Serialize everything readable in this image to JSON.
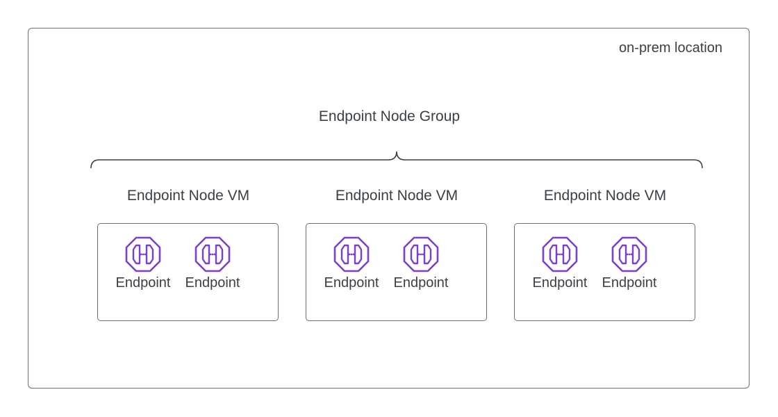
{
  "location": {
    "label": "on-prem location",
    "border_color": "#6b6f74"
  },
  "group": {
    "label": "Endpoint Node Group"
  },
  "icon_color": "#7b3fd0",
  "vms": [
    {
      "label": "Endpoint Node VM",
      "endpoints": [
        {
          "label": "Endpoint",
          "icon": "endpoint-octagon-icon"
        },
        {
          "label": "Endpoint",
          "icon": "endpoint-octagon-icon"
        }
      ]
    },
    {
      "label": "Endpoint Node VM",
      "endpoints": [
        {
          "label": "Endpoint",
          "icon": "endpoint-octagon-icon"
        },
        {
          "label": "Endpoint",
          "icon": "endpoint-octagon-icon"
        }
      ]
    },
    {
      "label": "Endpoint Node VM",
      "endpoints": [
        {
          "label": "Endpoint",
          "icon": "endpoint-octagon-icon"
        },
        {
          "label": "Endpoint",
          "icon": "endpoint-octagon-icon"
        }
      ]
    }
  ]
}
